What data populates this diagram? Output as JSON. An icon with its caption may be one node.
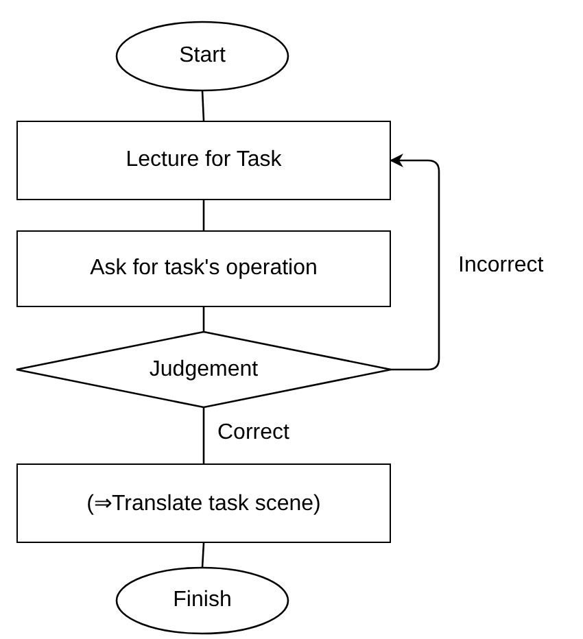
{
  "diagram": {
    "nodes": [
      {
        "text": [
          "Start"
        ]
      },
      {
        "text": [
          "Lecture for Task"
        ]
      },
      {
        "text": [
          "Ask for task's operation"
        ]
      },
      {
        "text": [
          "Judgement"
        ]
      },
      {
        "text": [
          "(⇒Translate task scene)"
        ]
      },
      {
        "text": [
          "Finish"
        ]
      }
    ],
    "edges": [
      {
        "from": 0,
        "to": 1,
        "arrow": "none"
      },
      {
        "from": 1,
        "to": 2,
        "arrow": "none"
      },
      {
        "from": 2,
        "to": 3,
        "arrow": "none"
      },
      {
        "from": 3,
        "to": 4,
        "arrow": "none",
        "label": "Correct"
      },
      {
        "from": 4,
        "to": 5,
        "arrow": "none"
      },
      {
        "from": 3,
        "to": 1,
        "arrow": "to",
        "label": "Incorrect"
      }
    ]
  }
}
